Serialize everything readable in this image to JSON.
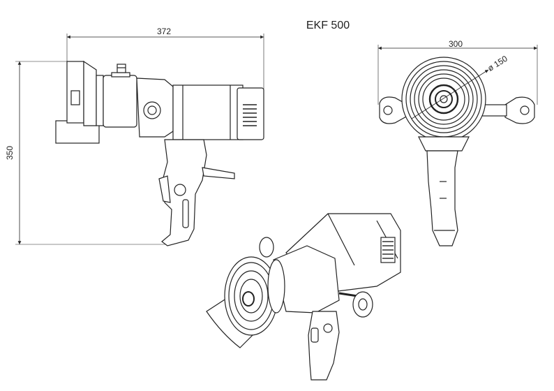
{
  "title": "EKF 500",
  "dimensions": {
    "overall_width": "372",
    "overall_height": "350",
    "front_width": "300",
    "disc_diameter": "ø 150"
  },
  "views": {
    "side": "side-view",
    "front": "front-view",
    "iso": "isometric-view"
  }
}
